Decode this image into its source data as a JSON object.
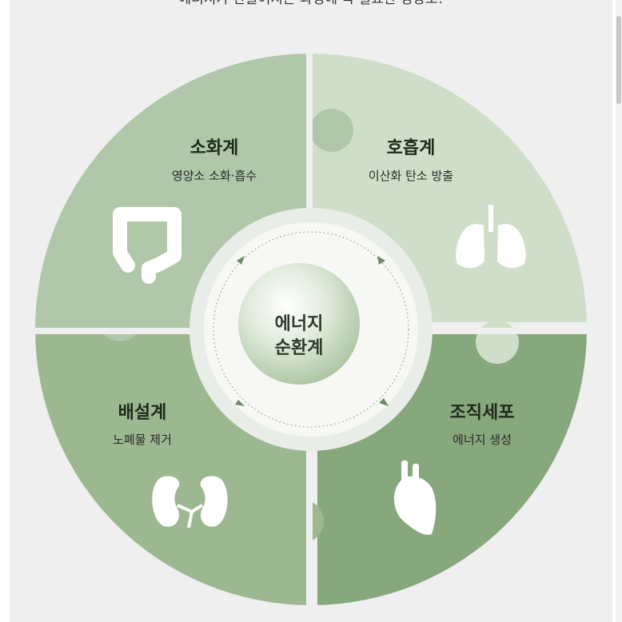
{
  "caption": "에너지가 만들어지는 과정에 꼭 필요한 영양소!",
  "center": {
    "line1": "에너지",
    "line2": "순환계"
  },
  "segments": {
    "digestive": {
      "title": "소화계",
      "desc": "영양소 소화·흡수",
      "icon": "intestine-icon"
    },
    "respiratory": {
      "title": "호흡계",
      "desc": "이산화 탄소 방출",
      "icon": "lungs-icon"
    },
    "excretory": {
      "title": "배설계",
      "desc": "노폐물 제거",
      "icon": "kidneys-icon"
    },
    "tissue": {
      "title": "조직세포",
      "desc": "에너지 생성",
      "icon": "heart-icon"
    }
  },
  "colors": {
    "digestive": "#b0c7a9",
    "respiratory": "#cfdec9",
    "excretory": "#9cb890",
    "tissue": "#87a77c",
    "background": "#efefef"
  }
}
